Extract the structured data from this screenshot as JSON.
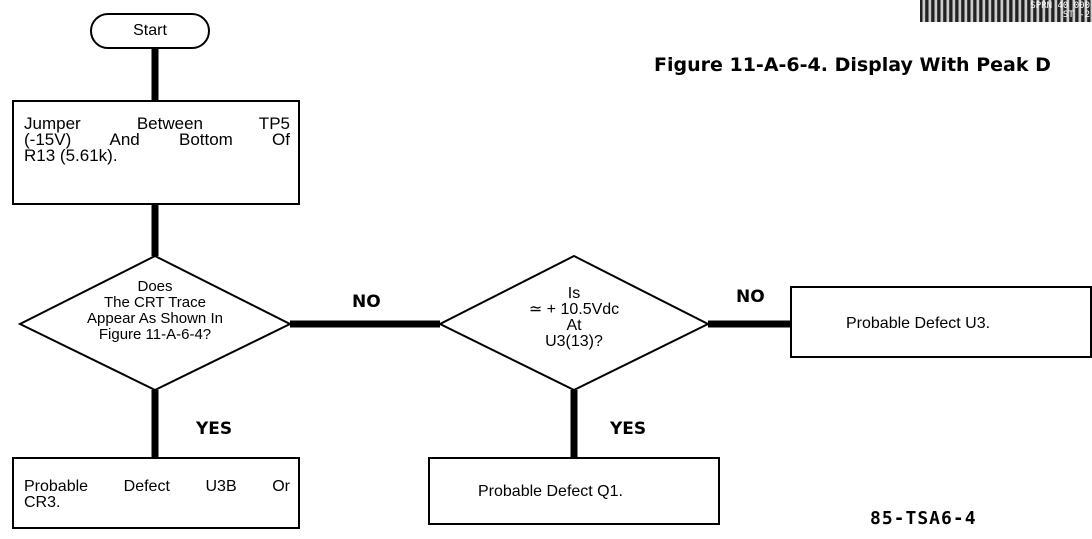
{
  "flowchart": {
    "start_label": "Start",
    "step1": [
      "Jumper Between TP5",
      "(-15V) And Bottom Of",
      "R13 (5.61k)."
    ],
    "decision1": [
      "Does",
      "The CRT Trace",
      "Appear As Shown In",
      "Figure 11-A-6-4?"
    ],
    "decision1_no": "NO",
    "decision1_yes": "YES",
    "decision2": [
      "Is",
      "≃ + 10.5Vdc",
      "At",
      "U3(13)?"
    ],
    "decision2_no": "NO",
    "decision2_yes": "YES",
    "result_u3b": [
      "Probable Defect U3B Or",
      "CR3."
    ],
    "result_q1": "Probable Defect Q1.",
    "result_u3": "Probable Defect U3."
  },
  "figure_caption": "Figure 11-A-6-4. Display With Peak D",
  "scan_fragment": [
    "SPRN 40 000",
    "ST -2"
  ],
  "figure_id": "85-TSA6-4"
}
